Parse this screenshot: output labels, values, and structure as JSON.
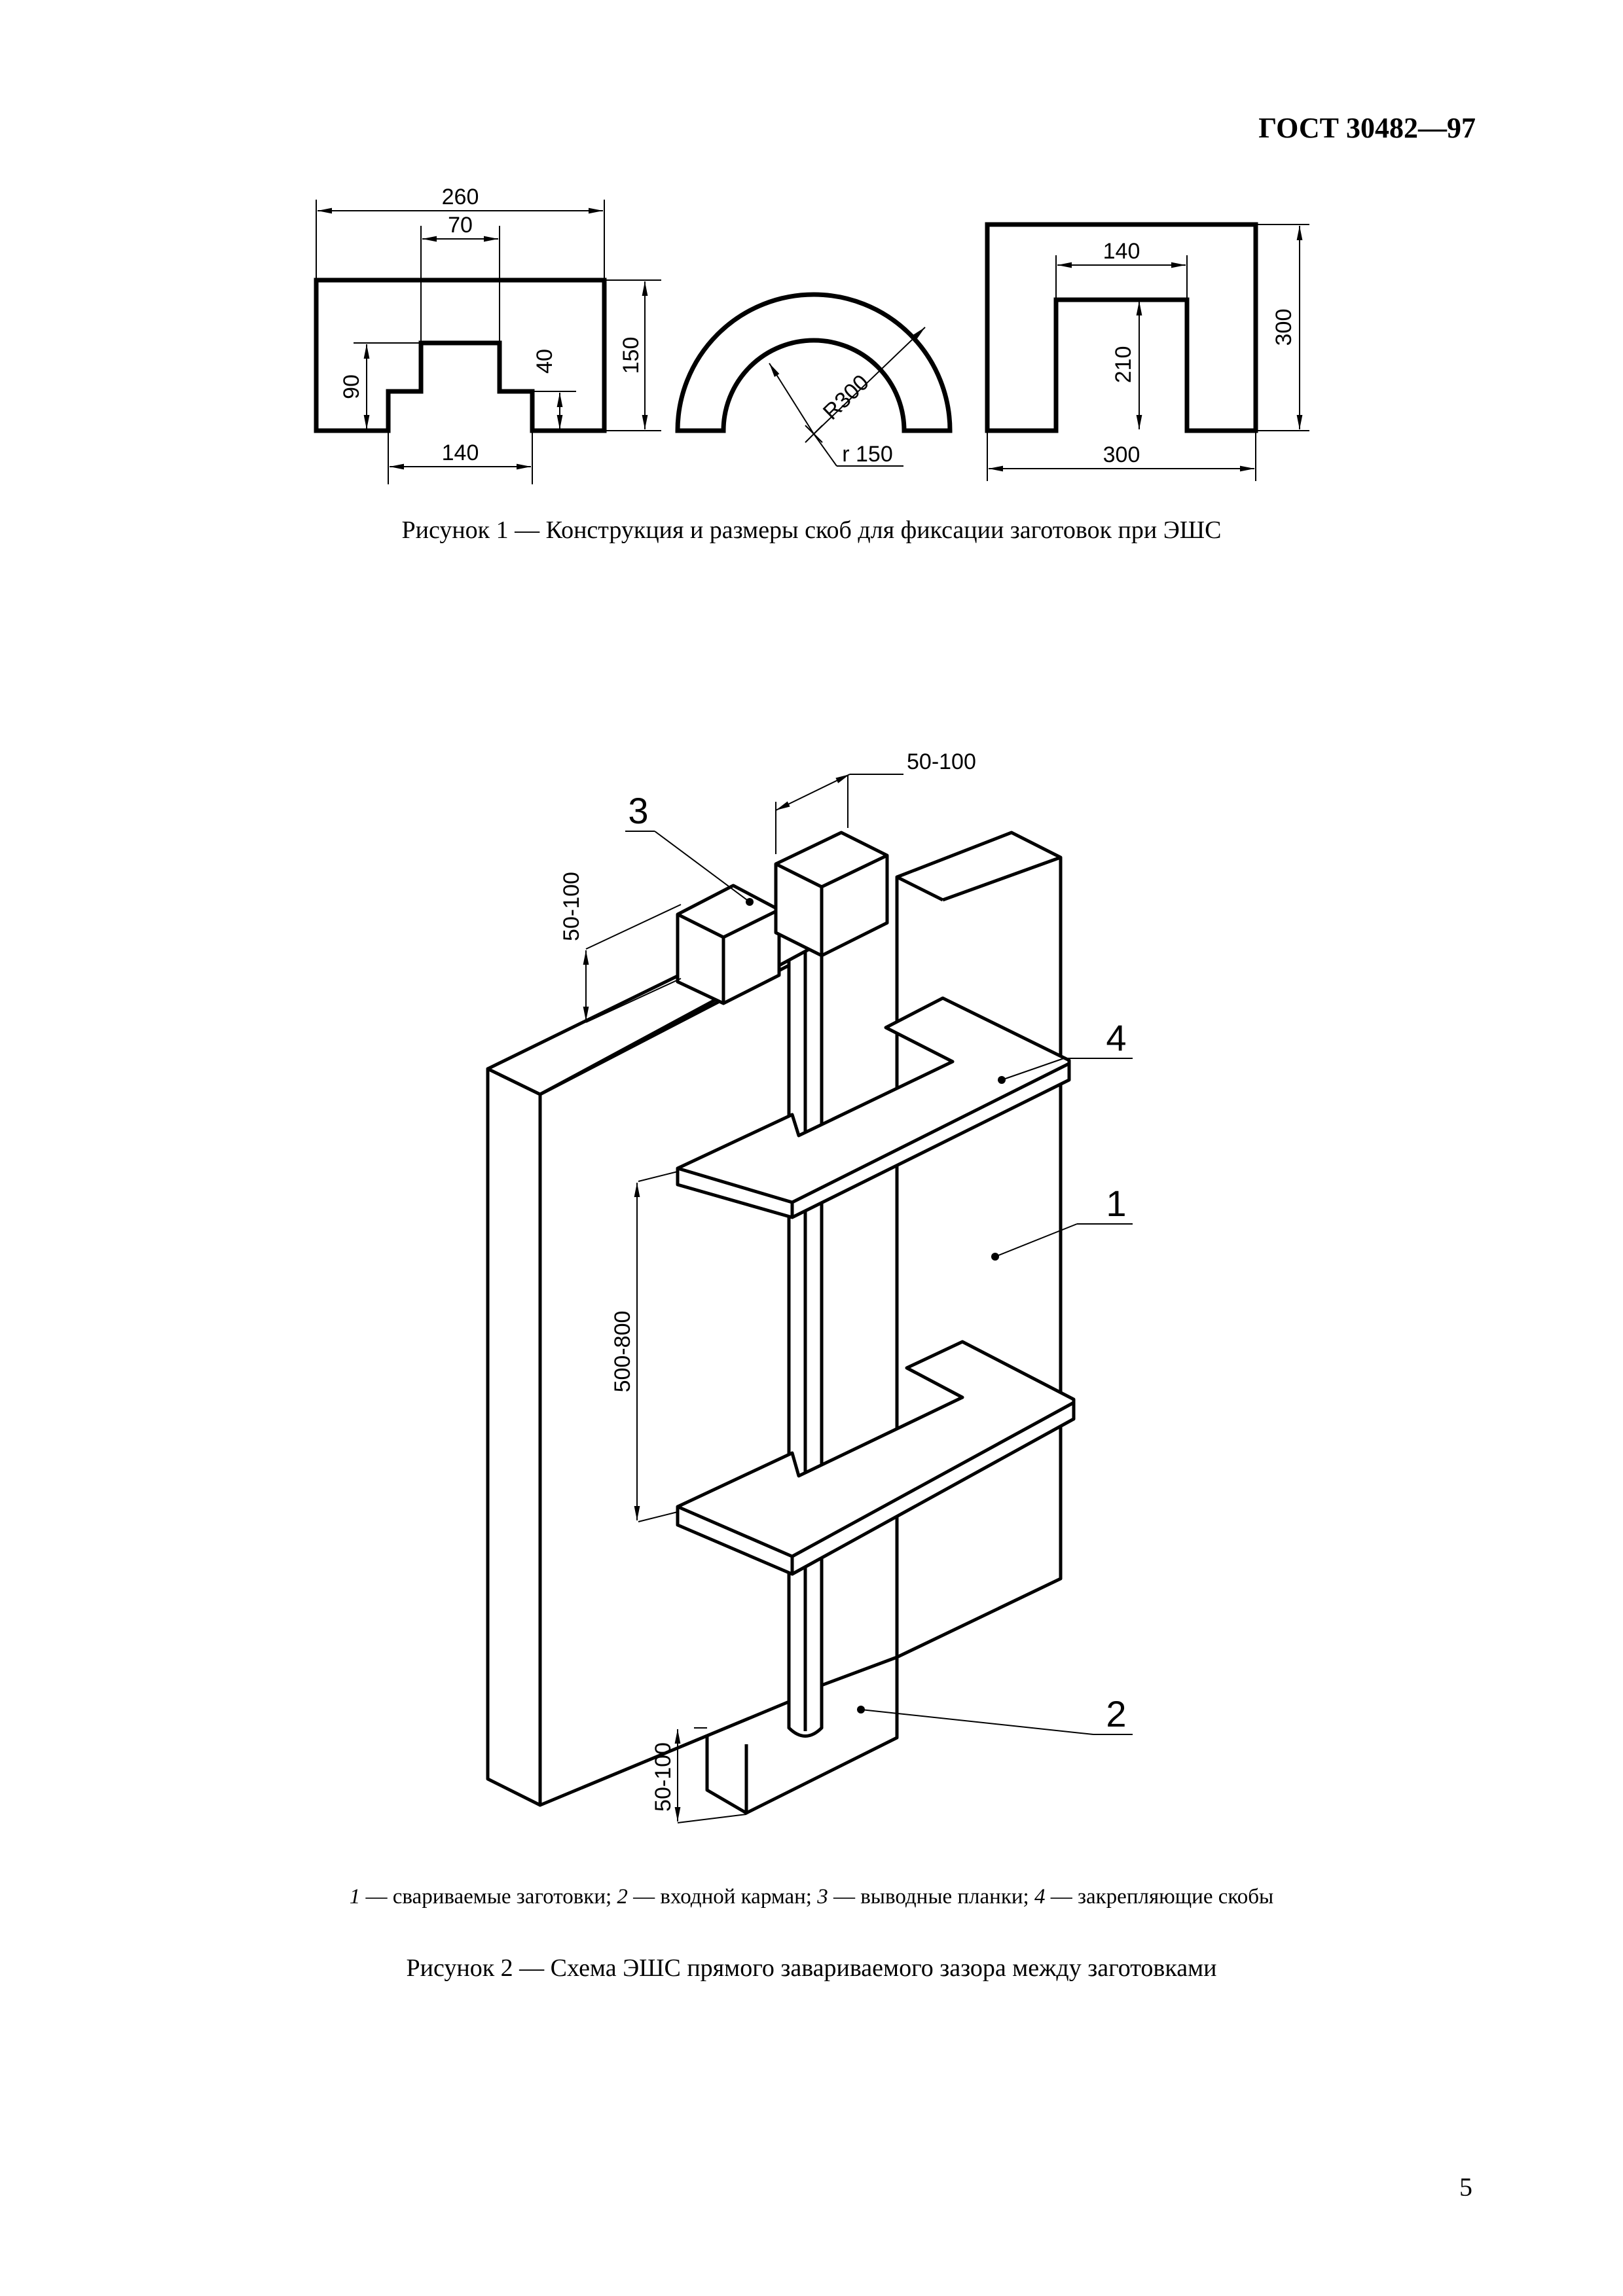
{
  "header": {
    "code": "ГОСТ 30482—97"
  },
  "figure1": {
    "caption": "Рисунок 1 — Конструкция и размеры скоб для фиксации заготовок при ЭШС",
    "dims": {
      "d260": "260",
      "d70": "70",
      "d150": "150",
      "d90": "90",
      "d40": "40",
      "d140a": "140",
      "r300": "R300",
      "r150": "r 150",
      "d140b": "140",
      "d210": "210",
      "d300v": "300",
      "d300h": "300"
    }
  },
  "figure2": {
    "dims": {
      "top": "50-100",
      "left": "50-100",
      "mid": "500-800",
      "bottom": "50-100"
    },
    "callouts": {
      "c1": "1",
      "c2": "2",
      "c3": "3",
      "c4": "4"
    },
    "legend": [
      {
        "num": "1",
        "text": " — свариваемые заготовки; "
      },
      {
        "num": "2",
        "text": " — входной карман; "
      },
      {
        "num": "3",
        "text": " — выводные планки; "
      },
      {
        "num": "4",
        "text": " — закрепляющие скобы"
      }
    ],
    "caption": "Рисунок 2 — Схема ЭШС прямого завариваемого зазора между заготовками"
  },
  "page_number": "5"
}
